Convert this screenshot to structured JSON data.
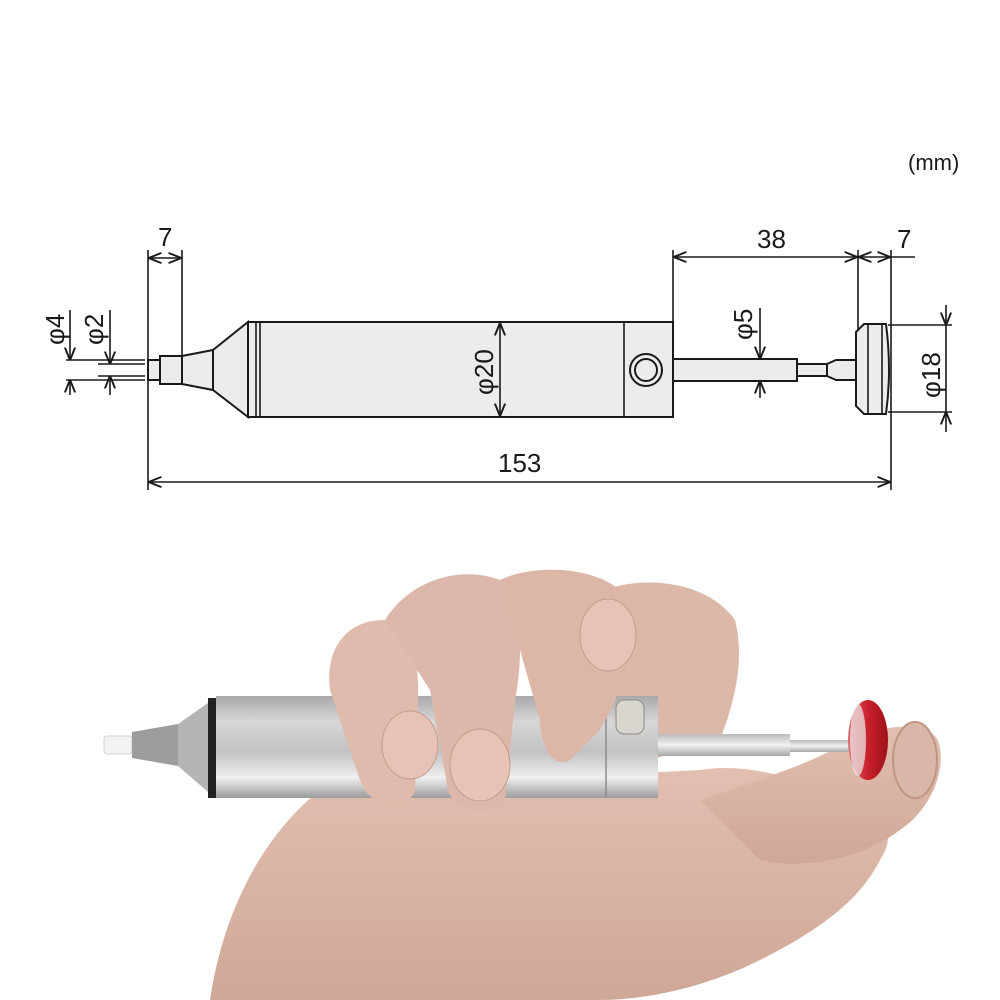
{
  "drawing": {
    "unit_label": "(mm)",
    "dimensions": {
      "tip_length": "7",
      "tip_outer_diameter": "φ4",
      "tip_inner_diameter": "φ2",
      "body_diameter": "φ20",
      "plunger_travel": "38",
      "knob_thickness": "7",
      "plunger_rod_diameter": "φ5",
      "knob_diameter": "φ18",
      "overall_length": "153"
    }
  },
  "photo": {
    "subject": "desoldering pump held in hand",
    "colors": {
      "body_silver": "#c9c9c9",
      "knob_red": "#c8202a",
      "tip_white": "#f2f2f2",
      "skin": "#d9b3a3"
    }
  }
}
